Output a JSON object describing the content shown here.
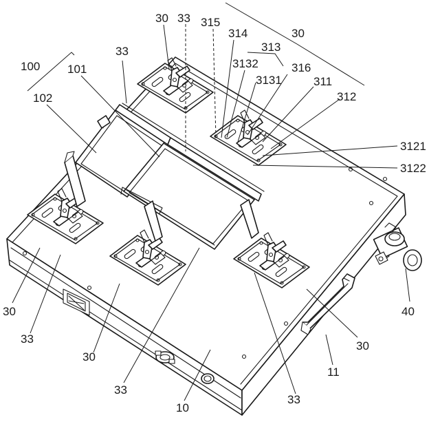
{
  "labels": {
    "l100": "100",
    "l101": "101",
    "l102": "102",
    "l30a": "30",
    "l33a": "33",
    "l315": "315",
    "l30top": "30",
    "l314": "314",
    "l313": "313",
    "l3132": "3132",
    "l316": "316",
    "l3131": "3131",
    "l311": "311",
    "l312": "312",
    "l33b": "33",
    "l3121": "3121",
    "l3122": "3122",
    "l40": "40",
    "l30b": "30",
    "l33c": "33",
    "l30c": "30",
    "l33d": "33",
    "l10": "10",
    "l33e": "33",
    "l11": "11",
    "l30d": "30"
  }
}
